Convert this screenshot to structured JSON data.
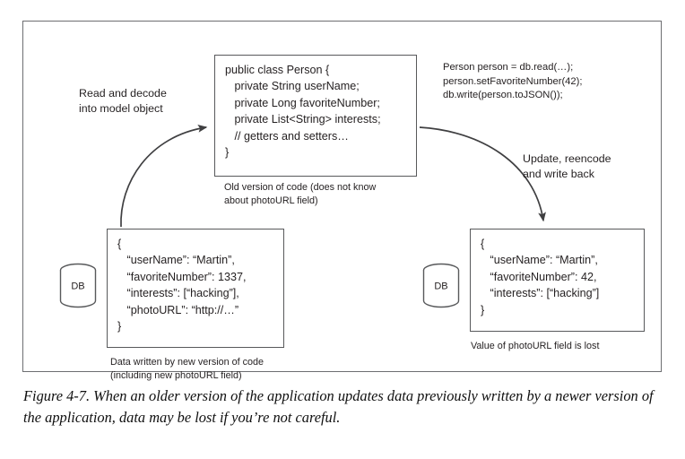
{
  "figure": {
    "id": "figure-4-7",
    "caption": "Figure 4-7. When an older version of the application updates data previously written by a newer version of the application, data may be lost if you’re not careful."
  },
  "code_box": {
    "name": "person-class-code",
    "text": "public class Person {\n   private String userName;\n   private Long favoriteNumber;\n   private List<String> interests;\n   // getters and setters…\n}",
    "sub_caption": "Old version of code (does not know\nabout photoURL field)"
  },
  "snippet": {
    "name": "read-update-write-snippet",
    "text": "Person person = db.read(…);\nperson.setFavoriteNumber(42);\ndb.write(person.toJSON());"
  },
  "labels": {
    "read_decode": "Read and decode\ninto model object",
    "update_write": "Update, reencode\nand write back"
  },
  "json_left": {
    "name": "new-version-record",
    "text": "{\n   “userName”: “Martin”,\n   “favoriteNumber”: 1337,\n   “interests”: [“hacking”],\n   “photoURL”: “http://…”\n}",
    "sub_caption": "Data written by new version of code\n(including new photoURL field)"
  },
  "json_right": {
    "name": "old-version-rewritten-record",
    "text": "{\n   “userName”: “Martin”,\n   “favoriteNumber”: 42,\n   “interests”: [“hacking”]\n}",
    "sub_caption": "Value of photoURL field is lost"
  },
  "databases": {
    "left_label": "DB",
    "right_label": "DB"
  },
  "colors": {
    "stroke": "#58595b",
    "frame": "#6d6e71",
    "text": "#231f20",
    "background": "#ffffff"
  }
}
